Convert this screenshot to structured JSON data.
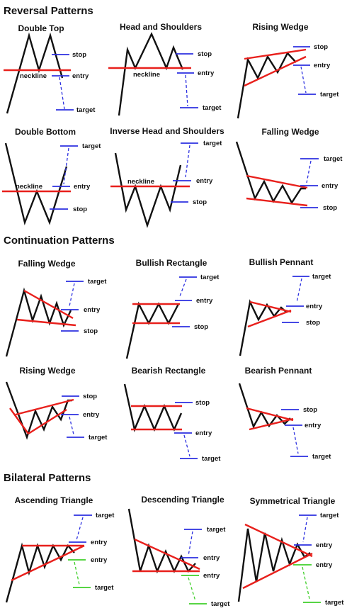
{
  "colors": {
    "price": "#111111",
    "pattern_line": "#e8201c",
    "level_bearish_bullish": "#2b2fe0",
    "level_bilateral_alt": "#3fcf2a"
  },
  "sections": [
    {
      "title": "Reversal Patterns",
      "patterns": [
        {
          "title": "Double Top",
          "labels": {
            "neckline": "neckline",
            "stop": "stop",
            "entry": "entry",
            "target": "target"
          }
        },
        {
          "title": "Head and Shoulders",
          "labels": {
            "neckline": "neckline",
            "stop": "stop",
            "entry": "entry",
            "target": "target"
          }
        },
        {
          "title": "Rising Wedge",
          "labels": {
            "stop": "stop",
            "entry": "entry",
            "target": "target"
          }
        },
        {
          "title": "Double Bottom",
          "labels": {
            "neckline": "neckline",
            "stop": "stop",
            "entry": "entry",
            "target": "target"
          }
        },
        {
          "title": "Inverse Head and Shoulders",
          "labels": {
            "neckline": "neckline",
            "stop": "stop",
            "entry": "entry",
            "target": "target"
          }
        },
        {
          "title": "Falling Wedge",
          "labels": {
            "stop": "stop",
            "entry": "entry",
            "target": "target"
          }
        }
      ]
    },
    {
      "title": "Continuation Patterns",
      "patterns": [
        {
          "title": "Falling Wedge",
          "labels": {
            "stop": "stop",
            "entry": "entry",
            "target": "target"
          }
        },
        {
          "title": "Bullish Rectangle",
          "labels": {
            "stop": "stop",
            "entry": "entry",
            "target": "target"
          }
        },
        {
          "title": "Bullish Pennant",
          "labels": {
            "stop": "stop",
            "entry": "entry",
            "target": "target"
          }
        },
        {
          "title": "Rising Wedge",
          "labels": {
            "stop": "stop",
            "entry": "entry",
            "target": "target"
          }
        },
        {
          "title": "Bearish Rectangle",
          "labels": {
            "stop": "stop",
            "entry": "entry",
            "target": "target"
          }
        },
        {
          "title": "Bearish Pennant",
          "labels": {
            "stop": "stop",
            "entry": "entry",
            "target": "target"
          }
        }
      ]
    },
    {
      "title": "Bilateral Patterns",
      "patterns": [
        {
          "title": "Ascending Triangle",
          "labels": {
            "target": "target",
            "entry": "entry",
            "entry_alt": "entry",
            "target_alt": "target"
          }
        },
        {
          "title": "Descending Triangle",
          "labels": {
            "target": "target",
            "entry": "entry",
            "entry_alt": "entry",
            "target_alt": "target"
          }
        },
        {
          "title": "Symmetrical Triangle",
          "labels": {
            "target": "target",
            "entry": "entry",
            "entry_alt": "entry",
            "target_alt": "target"
          }
        }
      ]
    }
  ]
}
